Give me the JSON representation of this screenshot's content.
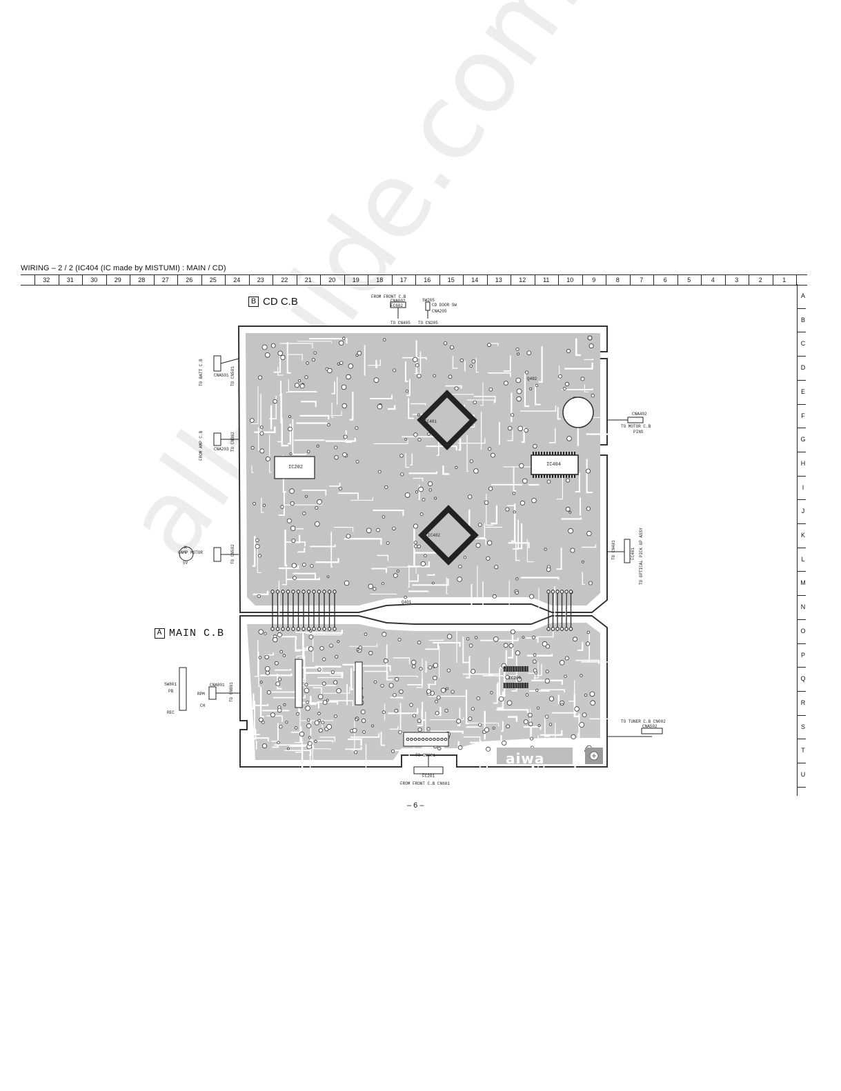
{
  "header": {
    "title": "WIRING – 2 / 2  (IC404 (IC made by MISTUMI) : MAIN / CD)",
    "columns": [
      "32",
      "31",
      "30",
      "29",
      "28",
      "27",
      "26",
      "25",
      "24",
      "23",
      "22",
      "21",
      "20",
      "19",
      "18",
      "17",
      "16",
      "15",
      "14",
      "13",
      "12",
      "11",
      "10",
      "9",
      "8",
      "7",
      "6",
      "5",
      "4",
      "3",
      "2",
      "1"
    ],
    "rows": [
      "A",
      "B",
      "C",
      "D",
      "E",
      "F",
      "G",
      "H",
      "I",
      "J",
      "K",
      "L",
      "M",
      "N",
      "O",
      "P",
      "Q",
      "R",
      "S",
      "T",
      "U"
    ]
  },
  "boards": {
    "cd": {
      "letter": "B",
      "name": "CD C.B"
    },
    "main": {
      "letter": "A",
      "name": "MAIN C.B"
    }
  },
  "components": {
    "ic_cd_1": "IC401",
    "ic_cd_2": "IC402",
    "ic_404": "IC404",
    "ic_202": "IC202",
    "ic_209": "IC209",
    "q492": "Q492",
    "q401": "Q401"
  },
  "connectors": {
    "top_from": "FROM  FRONT C.B",
    "top_cna": "CNA602",
    "top_fc": "FC602",
    "top_to": "TO CN405",
    "sw205": "SW205",
    "sw205_note": "CD DOOR SW",
    "cna205": "CNA205",
    "sw205_to": "TO CN205",
    "batt": "TO  BATT C.B",
    "cna501": "CNA501",
    "to_cn501": "TO CN501",
    "from_amp": "FROM  AMP C.B",
    "cna203": "CNA203",
    "to_cn302": "TO CN302",
    "motor": "M",
    "motor_label": "CAMP MOTOR",
    "motor_v": "5V",
    "to_cn502": "TO CN502",
    "cna402": "CNA402",
    "to_motor": "TO  MOTOR C.B",
    "pins": "PINS",
    "to_cn401": "TO CN401",
    "fc401": "FC401",
    "to_optical": "TO OPTICAL PICK UP ASSY",
    "sw801": "SW801",
    "pb": "PB",
    "rec": "REC",
    "cna801": "CNA801",
    "rpm": "RPM",
    "ch": "CH",
    "to_cn801": "TO CN801",
    "to_tuner": "TO  TUNER C.B  CN002",
    "cna502": "CNA502",
    "to_cn201": "TO CN201",
    "fc201": "FC201",
    "from_front": "FROM  FRONT C.B CN601"
  },
  "logo": "aiwa",
  "watermark": "all-guide.com",
  "page_number": "– 6 –",
  "colors": {
    "trace": "#b8b8b8",
    "board_outline": "#333333",
    "pad": "#ffffff"
  }
}
